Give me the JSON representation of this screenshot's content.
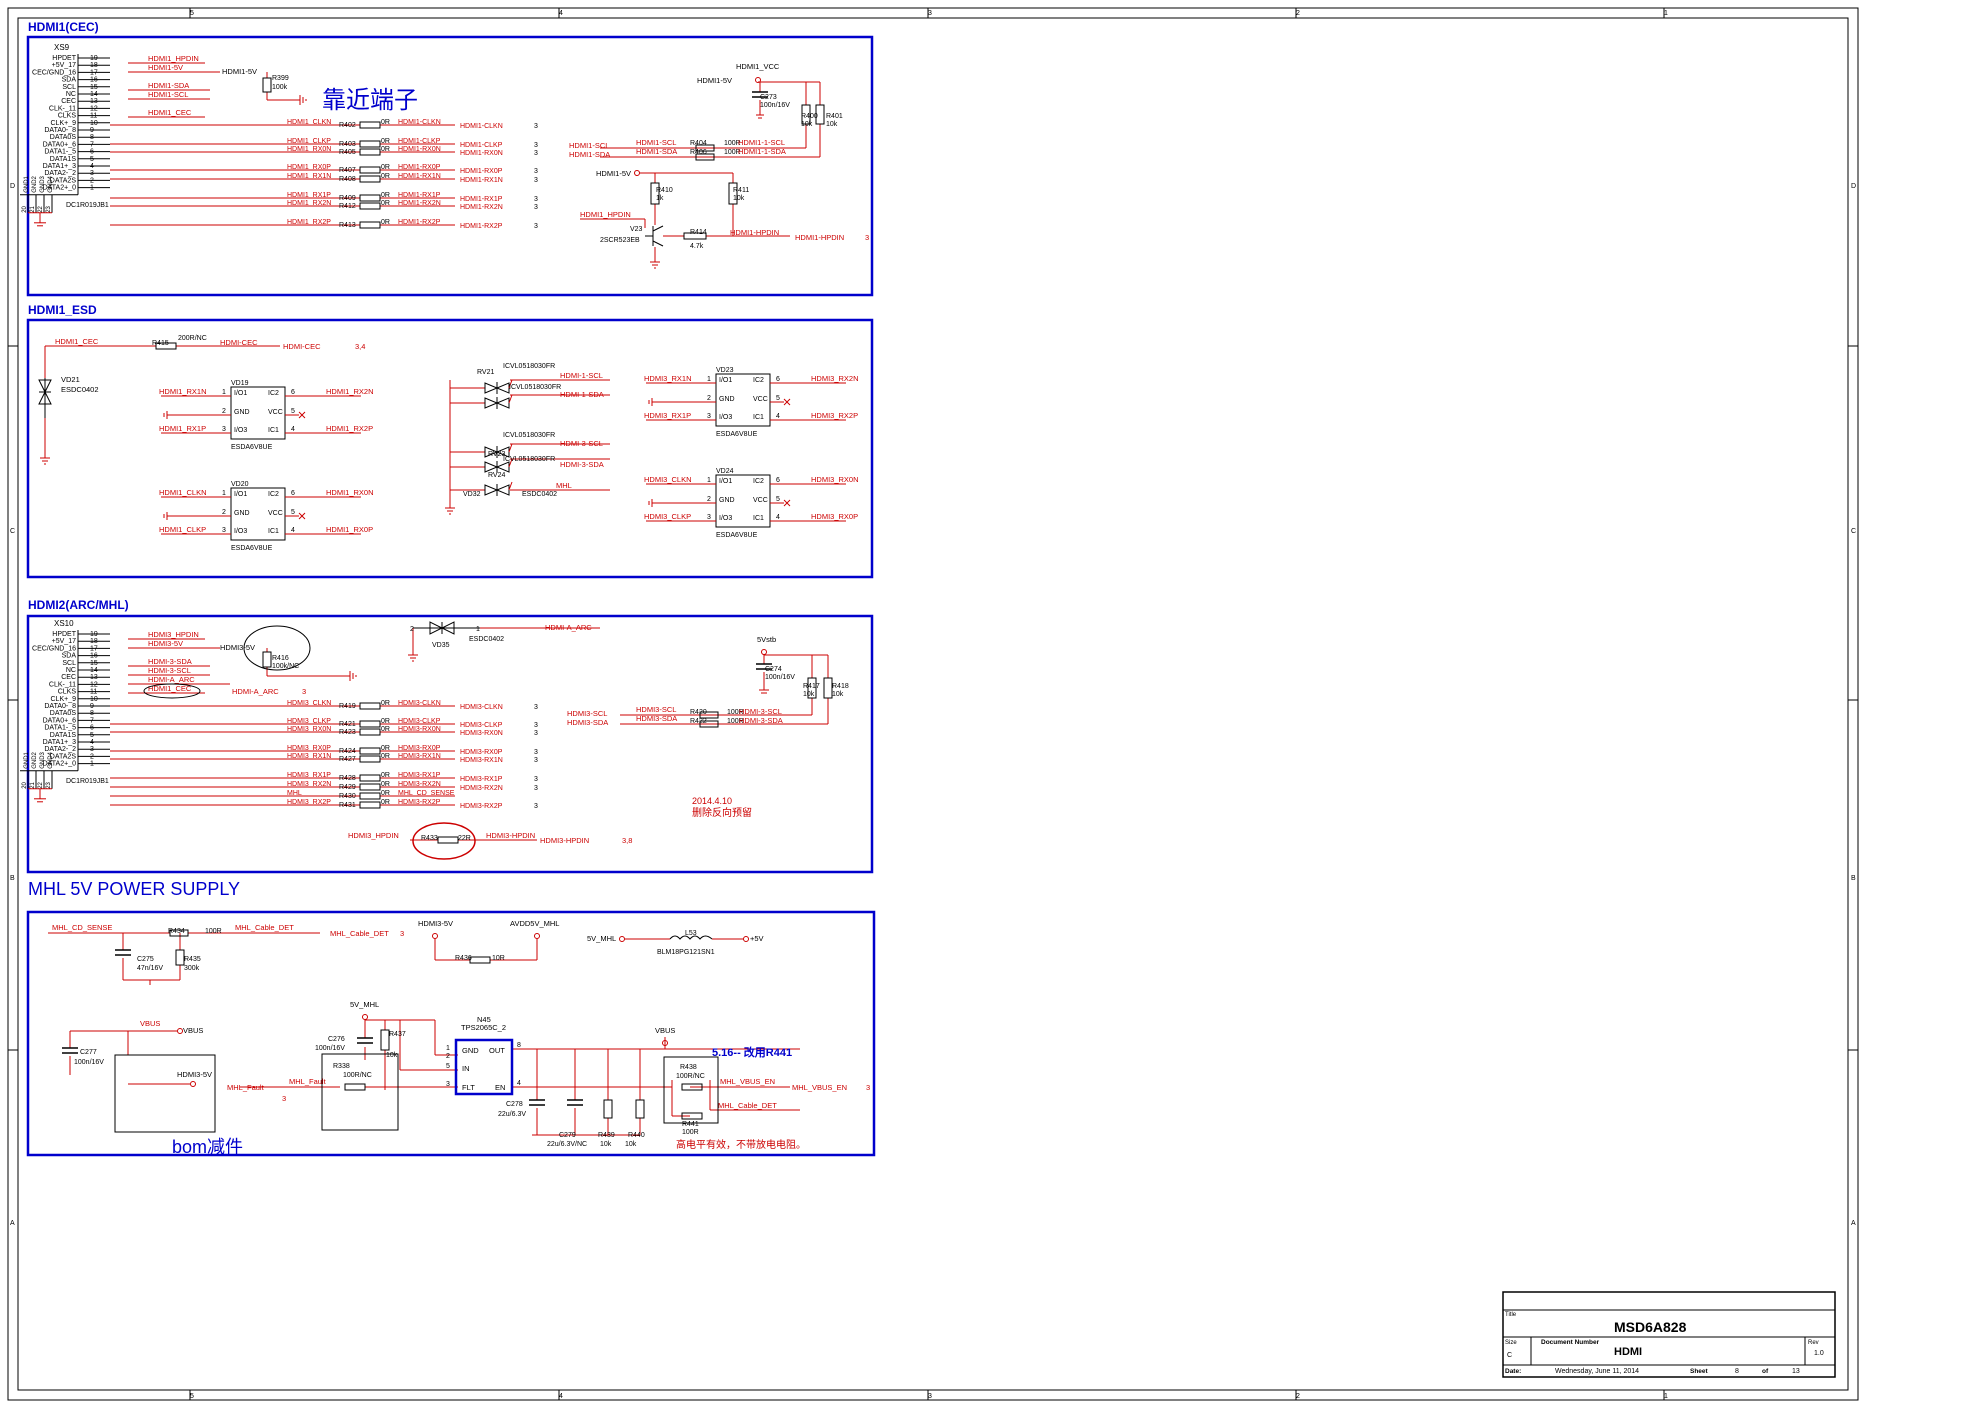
{
  "colors": {
    "border": "#0000cc",
    "wire": "#cc0000",
    "part": "#000000",
    "net": "#cc0000",
    "title": "#0000cc",
    "note": "#cc0000",
    "pin": "#990099"
  },
  "frame": {
    "col_labels": [
      "5",
      "4",
      "3",
      "2",
      "1"
    ],
    "row_labels": [
      "D",
      "C",
      "B",
      "A"
    ]
  },
  "sections": {
    "hdmi1_cec": "HDMI1(CEC)",
    "hdmi1_esd": "HDMI1_ESD",
    "hdmi2": "HDMI2(ARC/MHL)",
    "mhl": "MHL 5V POWER SUPPLY"
  },
  "hdmi1": {
    "ref": "XS9",
    "part": "DC1R019JB1",
    "pins": [
      "HPDET",
      "+5V_17",
      "CEC/GND_16",
      "SDA",
      "SCL",
      "NC",
      "CEC",
      "CLK-_11",
      "CLKS",
      "CLK+_9",
      "DATA0-_8",
      "DATA0S",
      "DATA0+_6",
      "DATA1-_5",
      "DATA1S",
      "DATA1+_3",
      "DATA2-_2",
      "DATA2S",
      "DATA2+_0"
    ],
    "pin_nums": [
      "19",
      "18",
      "17",
      "16",
      "15",
      "14",
      "13",
      "12",
      "11",
      "10",
      "9",
      "8",
      "7",
      "6",
      "5",
      "4",
      "3",
      "2",
      "1"
    ],
    "gnd_pins": [
      "20",
      "21",
      "22",
      "23"
    ],
    "gnd_labels": [
      "GND1",
      "GND2",
      "GND3",
      "GND4"
    ],
    "left_nets": [
      "HDMI1_HPDIN",
      "HDMI1-5V",
      "HDMI1-SDA",
      "HDMI1-SCL",
      "HDMI1_CEC"
    ],
    "r399": "R399",
    "r399_v": "100k",
    "hdmi1_5v": "HDMI1-5V",
    "note": "靠近端子",
    "series": [
      {
        "ref": "R402",
        "in": "HDMI1_CLKN",
        "val": "0R",
        "out": "HDMI1-CLKN",
        "lbl": "HDMI1-CLKN"
      },
      {
        "ref": "R403",
        "in": "HDMI1_CLKP",
        "val": "0R",
        "out": "HDMI1-CLKP",
        "lbl": "HDMI1-CLKP"
      },
      {
        "ref": "R405",
        "in": "HDMI1_RX0N",
        "val": "0R",
        "out": "HDMI1-RX0N",
        "lbl": "HDMI1-RX0N"
      },
      {
        "ref": "R407",
        "in": "HDMI1_RX0P",
        "val": "0R",
        "out": "HDMI1-RX0P",
        "lbl": "HDMI1-RX0P"
      },
      {
        "ref": "R408",
        "in": "HDMI1_RX1N",
        "val": "0R",
        "out": "HDMI1-RX1N",
        "lbl": "HDMI1-RX1N"
      },
      {
        "ref": "R409",
        "in": "HDMI1_RX1P",
        "val": "0R",
        "out": "HDMI1-RX1P",
        "lbl": "HDMI1-RX1P"
      },
      {
        "ref": "R412",
        "in": "HDMI1_RX2N",
        "val": "0R",
        "out": "HDMI1-RX2N",
        "lbl": "HDMI1-RX2N"
      },
      {
        "ref": "R413",
        "in": "HDMI1_RX2P",
        "val": "0R",
        "out": "HDMI1-RX2P",
        "lbl": "HDMI1-RX2P"
      }
    ],
    "vcc": "HDMI1_VCC",
    "v5": "HDMI1-5V",
    "c273": "C273",
    "c273_v": "100n/16V",
    "r400": "R400",
    "r400_v": "10k",
    "r401": "R401",
    "r401_v": "10k",
    "r404": "R404",
    "r406": "R406",
    "r_val": "100R",
    "scl_in": "HDMI1-SCL",
    "sda_in": "HDMI1-SDA",
    "scl_out": "HDMI1-1-SCL",
    "sda_out": "HDMI1-1-SDA",
    "hpd_5v": "HDMI1-5V",
    "r410": "R410",
    "r410_v": "1k",
    "r411": "R411",
    "r411_v": "10k",
    "hpdin": "HDMI1_HPDIN",
    "v23": "V23",
    "v23_part": "2SCR523EB",
    "r414": "R414",
    "r414_v": "4.7k",
    "hpdin_out": "HDMI1-HPDIN",
    "hpdin_out2": "HDMI1-HPDIN",
    "page": "3"
  },
  "esd": {
    "cec_in": "HDMI1_CEC",
    "r415": "R415",
    "r415_v": "200R/NC",
    "cec_out": "HDMI-CEC",
    "cec_out2": "HDMI-CEC",
    "cec_page": "3,4",
    "vd21": "VD21",
    "vd21_part": "ESDC0402",
    "chips": [
      {
        "ref": "VD19",
        "part": "ESDA6V8UE",
        "l1": "HDMI1_RX1N",
        "l3": "HDMI1_RX1P",
        "r6": "HDMI1_RX2N",
        "r4": "HDMI1_RX2P"
      },
      {
        "ref": "VD20",
        "part": "ESDA6V8UE",
        "l1": "HDMI1_CLKN",
        "l3": "HDMI1_CLKP",
        "r6": "HDMI1_RX0N",
        "r4": "HDMI1_RX0P"
      },
      {
        "ref": "VD23",
        "part": "ESDA6V8UE",
        "l1": "HDMI3_RX1N",
        "l3": "HDMI3_RX1P",
        "r6": "HDMI3_RX2N",
        "r4": "HDMI3_RX2P"
      },
      {
        "ref": "VD24",
        "part": "ESDA6V8UE",
        "l1": "HDMI3_CLKN",
        "l3": "HDMI3_CLKP",
        "r6": "HDMI3_RX0N",
        "r4": "HDMI3_RX0P"
      }
    ],
    "pin_names": [
      "I/O1",
      "GND",
      "I/O3",
      "IC2",
      "VCC",
      "IC1"
    ],
    "tvs": [
      {
        "ref": "RV21",
        "part": "ICVL0518030FR",
        "net": "HDMI-1-SCL"
      },
      {
        "ref": "RV22",
        "part": "ICVL0518030FR",
        "net": "HDMI-1-SDA"
      },
      {
        "ref": "RV23",
        "part": "ICVL0518030FR",
        "net": "HDMI-3-SCL"
      },
      {
        "ref": "RV24",
        "part": "ICVL0518030FR",
        "net": "HDMI-3-SDA"
      }
    ],
    "vd32": "VD32",
    "vd32_part": "ESDC0402",
    "mhl": "MHL"
  },
  "hdmi2": {
    "ref": "XS10",
    "part": "DC1R019JB1",
    "left_nets": [
      "HDMI3_HPDIN",
      "HDMI3-5V",
      "HDMI-3-SDA",
      "HDMI-3-SCL",
      "HDMI-A_ARC",
      "HDMI1_CEC"
    ],
    "r416": "R416",
    "r416_v": "100k/NC",
    "hdmi3_5v": "HDMI3-5V",
    "arc_out": "HDMI-A_ARC",
    "arc_page": "3",
    "vd35": "VD35",
    "vd35_part": "ESDC0402",
    "arc_net": "HDMI-A_ARC",
    "series": [
      {
        "ref": "R419",
        "in": "HDMI3_CLKN",
        "val": "0R",
        "out": "HDMI3-CLKN",
        "lbl": "HDMI3-CLKN"
      },
      {
        "ref": "R421",
        "in": "HDMI3_CLKP",
        "val": "0R",
        "out": "HDMI3-CLKP",
        "lbl": "HDMI3-CLKP"
      },
      {
        "ref": "R423",
        "in": "HDMI3_RX0N",
        "val": "0R",
        "out": "HDMI3-RX0N",
        "lbl": "HDMI3-RX0N"
      },
      {
        "ref": "R424",
        "in": "HDMI3_RX0P",
        "val": "0R",
        "out": "HDMI3-RX0P",
        "lbl": "HDMI3-RX0P"
      },
      {
        "ref": "R427",
        "in": "HDMI3_RX1N",
        "val": "0R",
        "out": "HDMI3-RX1N",
        "lbl": "HDMI3-RX1N"
      },
      {
        "ref": "R428",
        "in": "HDMI3_RX1P",
        "val": "0R",
        "out": "HDMI3-RX1P",
        "lbl": "HDMI3-RX1P"
      },
      {
        "ref": "R429",
        "in": "HDMI3_RX2N",
        "val": "0R",
        "out": "HDMI3-RX2N",
        "lbl": "HDMI3-RX2N"
      },
      {
        "ref": "R430",
        "in": "MHL",
        "val": "0R",
        "out": "MHL_CD_SENSE",
        "lbl": ""
      },
      {
        "ref": "R431",
        "in": "HDMI3_RX2P",
        "val": "0R",
        "out": "HDMI3-RX2P",
        "lbl": "HDMI3-RX2P"
      }
    ],
    "vstb": "5Vstb",
    "c274": "C274",
    "c274_v": "100n/16V",
    "r417": "R417",
    "r417_v": "10k",
    "r418": "R418",
    "r418_v": "10k",
    "r420": "R420",
    "r422": "R422",
    "r_val": "100R",
    "scl_in": "HDMI3-SCL",
    "sda_in": "HDMI3-SDA",
    "scl_out": "HDMI-3-SCL",
    "sda_out": "HDMI-3-SDA",
    "note_date": "2014.4.10",
    "note": "删除反向预留",
    "hpd_in": "HDMI3_HPDIN",
    "r433": "R433",
    "r433_v": "22R",
    "hpd_out": "HDMI3-HPDIN",
    "hpd_out2": "HDMI3-HPDIN",
    "hpd_page": "3,8"
  },
  "mhl": {
    "cd_sense": "MHL_CD_SENSE",
    "r434": "R434",
    "r434_v": "100R",
    "cable": "MHL_Cable_DET",
    "cable2": "MHL_Cable_DET",
    "cable_page": "3",
    "c275": "C275",
    "c275_v": "47n/16V",
    "r435": "R435",
    "r435_v": "300k",
    "hdmi3_5v": "HDMI3-5V",
    "avdd": "AVDD5V_MHL",
    "r436": "R436",
    "r436_v": "10R",
    "v5mhl": "5V_MHL",
    "l53": "L53",
    "l53_part": "BLM18PG121SN1",
    "p5v": "+5V",
    "vbus": "VBUS",
    "vbus2": "VBUS",
    "c277": "C277",
    "c277_v": "100n/16V",
    "box_net": "HDMI3-5V",
    "bom": "bom减件",
    "v5mhl2": "5V_MHL",
    "c276": "C276",
    "c276_v": "100n/16V",
    "r437": "R437",
    "r437_v": "10k",
    "r338": "R338",
    "r338_v": "100R/NC",
    "fault": "MHL_Fault",
    "fault2": "MHL_Fault",
    "fault_page": "3",
    "n45": "N45",
    "n45_part": "TPS2065C_2",
    "n45_pins": [
      "GND",
      "IN",
      "FLT",
      "OUT",
      "EN"
    ],
    "n45_nums": [
      "1",
      "2",
      "3",
      "8",
      "5",
      "4"
    ],
    "c278": "C278",
    "c278_v": "22u/6.3V",
    "c279": "C279",
    "c279_v": "22u/6.3V/NC",
    "r439": "R439",
    "r439_v": "10k",
    "r440": "R440",
    "r440_v": "10k",
    "vbus3": "VBUS",
    "note1": "5.16-- 改用R441",
    "r438": "R438",
    "r438_v": "100R/NC",
    "r441": "R441",
    "r441_v": "100R",
    "en": "MHL_VBUS_EN",
    "en2": "MHL_VBUS_EN",
    "en_page": "3",
    "cable3": "MHL_Cable_DET",
    "note2": "高电平有效，不带放电电阻。"
  },
  "titleblock": {
    "title_lbl": "Title",
    "title": "MSD6A828",
    "size_lbl": "Size",
    "size": "C",
    "docnum_lbl": "Document Number",
    "docnum": "HDMI",
    "rev_lbl": "Rev",
    "rev": "1.0",
    "date_lbl": "Date:",
    "date": "Wednesday, June 11, 2014",
    "sheet_lbl": "Sheet",
    "sheet": "8",
    "of_lbl": "of",
    "of": "13"
  }
}
